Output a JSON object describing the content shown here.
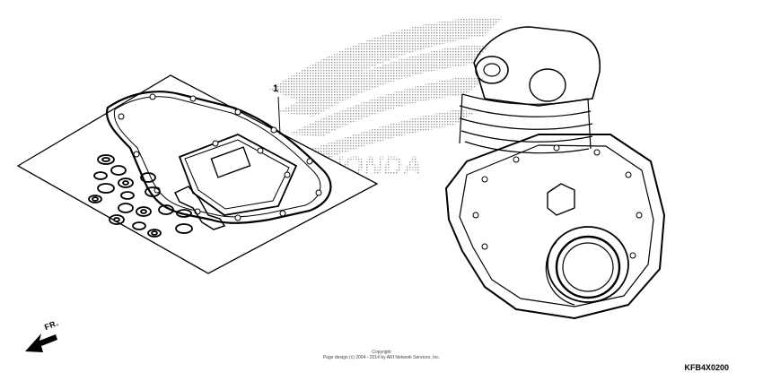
{
  "callouts": [
    {
      "label": "1"
    }
  ],
  "watermark": {
    "text": "HONDA"
  },
  "direction_marker": {
    "label": "FR.",
    "icon": "front-arrow-icon"
  },
  "copyright": {
    "line1": "Copyright",
    "line2": "Page design (c) 2004 - 2014 by ARI Network Services, Inc."
  },
  "diagram_code": "KFB4X0200"
}
